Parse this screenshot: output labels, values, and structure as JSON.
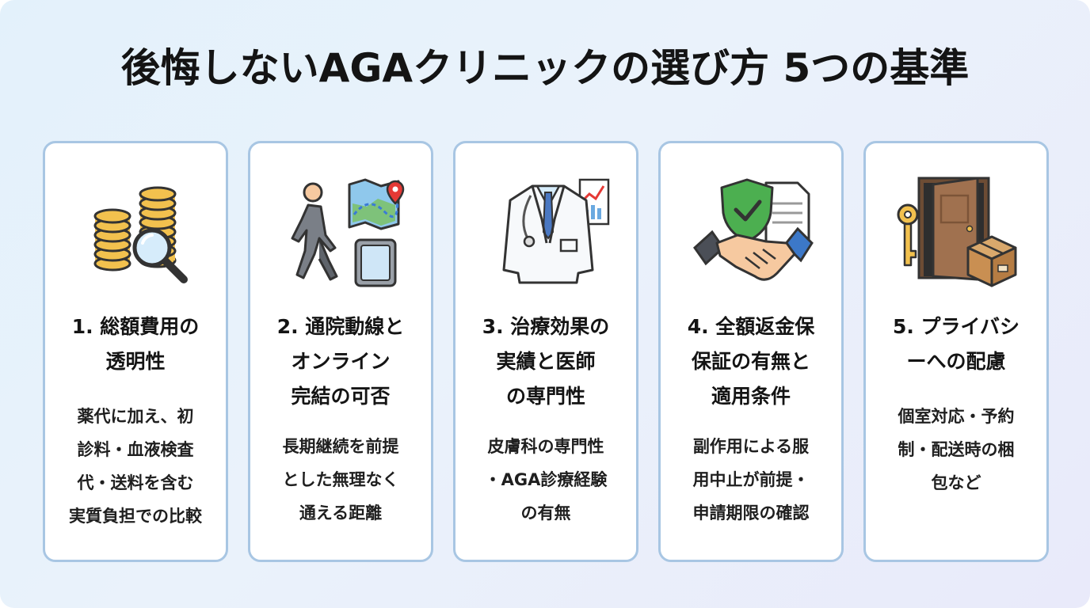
{
  "title": "後悔しないAGAクリニックの選び方 5つの基準",
  "cards": [
    {
      "heading": "1. 総額費用の\n透明性",
      "description": "薬代に加え、初\n診料・血液検査\n代・送料を含む\n実質負担での比較",
      "icon": "coins-magnifier-icon"
    },
    {
      "heading": "2. 通院動線と\nオンライン\n完結の可否",
      "description": "長期継続を前提\nとした無理なく\n通える距離",
      "icon": "walking-map-tablet-icon"
    },
    {
      "heading": "3. 治療効果の\n実績と医師\nの専門性",
      "description": "皮膚科の専門性\n・AGA診療経験\nの有無",
      "icon": "doctor-coat-chart-icon"
    },
    {
      "heading": "4. 全額返金保\n保証の有無と\n適用条件",
      "description": "副作用による服\n用中止が前提・\n申請期限の確認",
      "icon": "handshake-shield-icon"
    },
    {
      "heading": "5. プライバシ\nーへの配慮",
      "description": "個室対応・予約\n制・配送時の梱\n包など",
      "icon": "door-key-box-icon"
    }
  ],
  "colors": {
    "card_border": "#a8c6e3",
    "coin_gold": "#f2c14e",
    "shield_green": "#4caf50",
    "door_brown": "#a0714f",
    "pin_red": "#e53935"
  }
}
